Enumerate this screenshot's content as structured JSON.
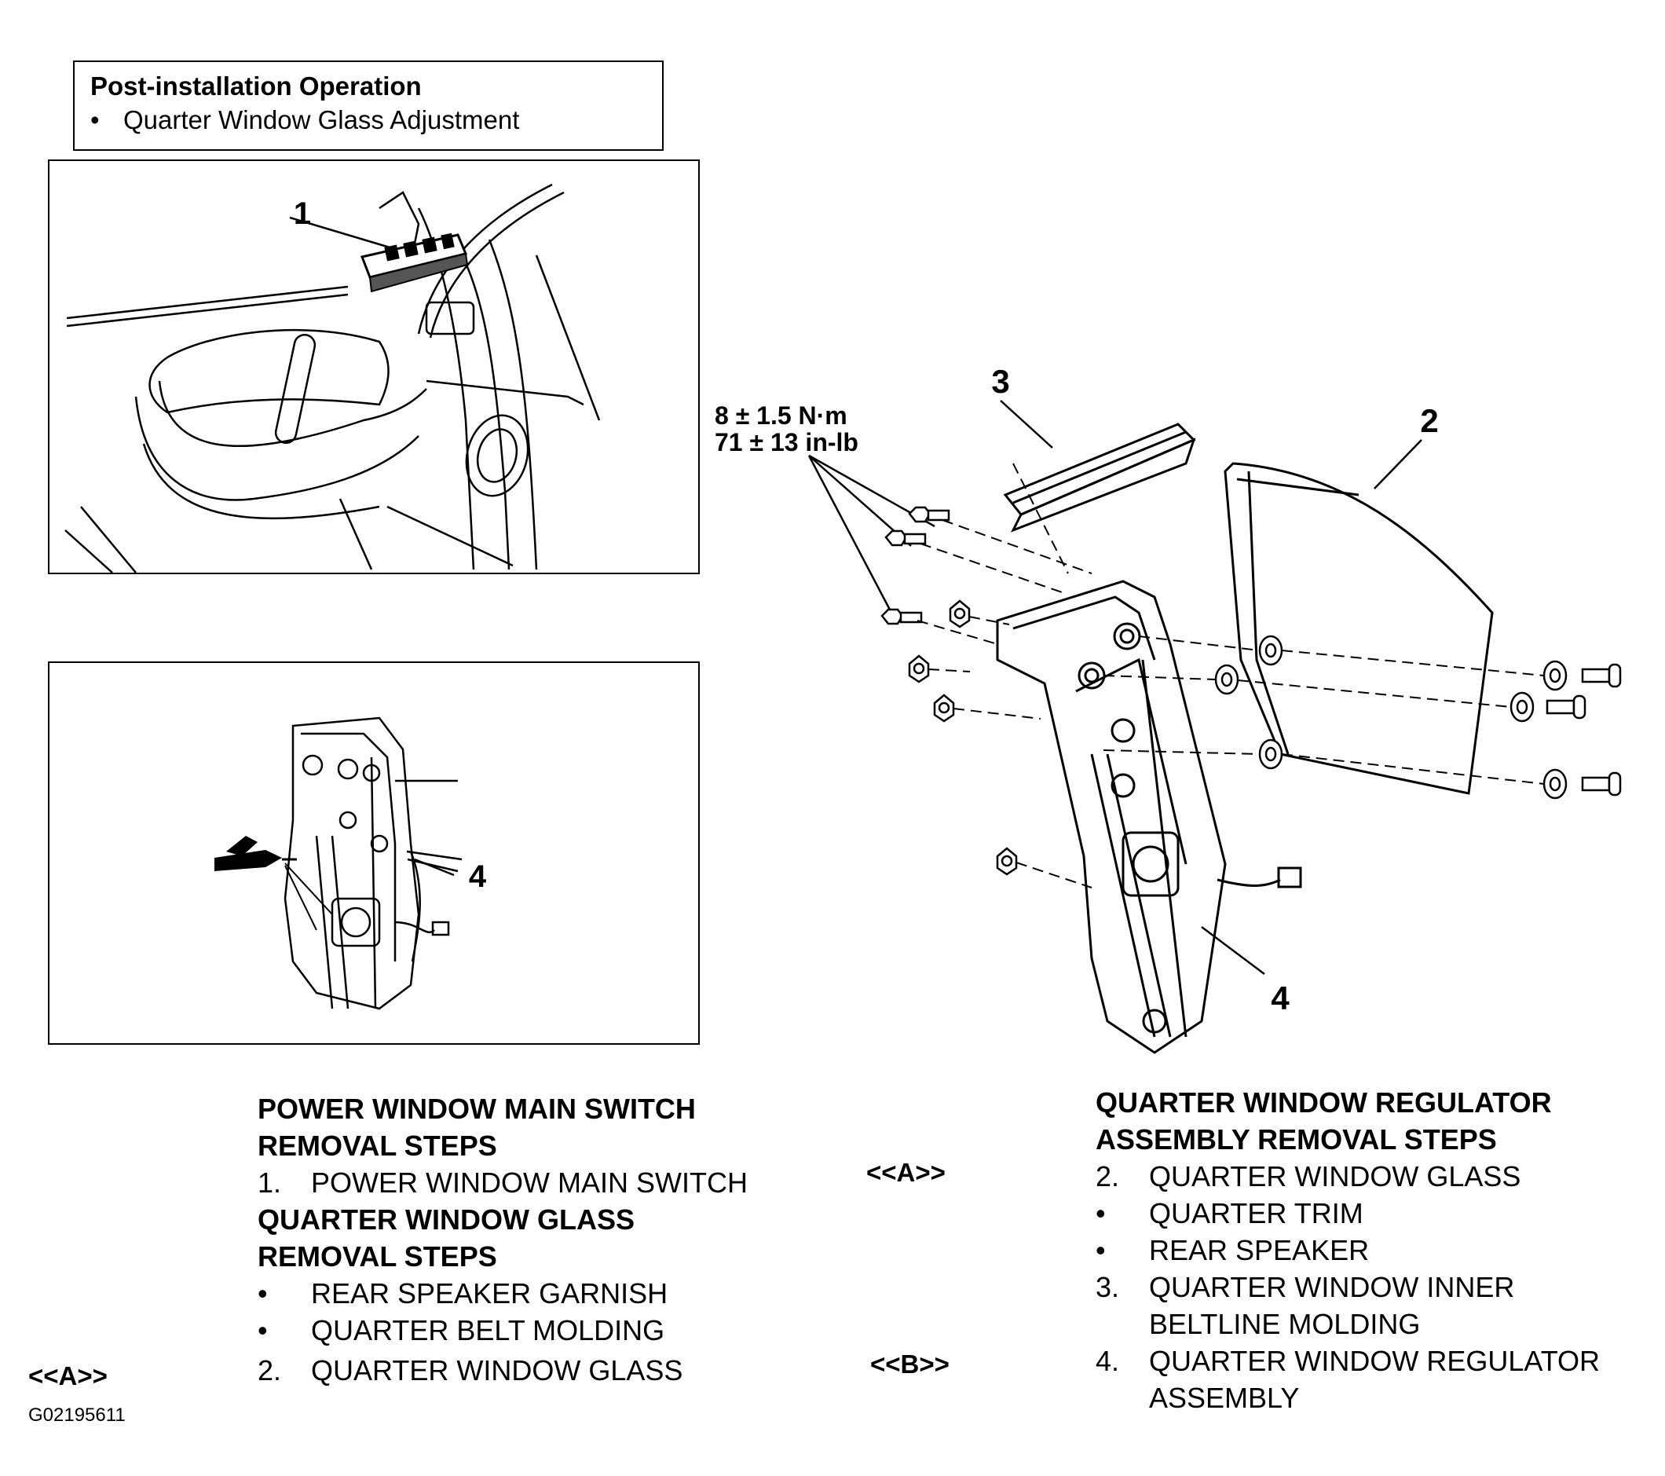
{
  "post_installation": {
    "title": "Post-installation Operation",
    "bullet": "•",
    "item": "Quarter Window Glass Adjustment"
  },
  "callouts": {
    "c1": "1",
    "c2": "2",
    "c3": "3",
    "c4_left": "4",
    "c4_right": "4"
  },
  "torque": {
    "metric": "8 ± 1.5 N·m",
    "imperial": "71 ± 13 in-lb"
  },
  "left_steps": {
    "section1_title_1": "POWER WINDOW MAIN SWITCH",
    "section1_title_2": "REMOVAL STEPS",
    "s1_item1_num": "1.",
    "s1_item1": "POWER WINDOW MAIN SWITCH",
    "section2_title_1": "QUARTER WINDOW GLASS",
    "section2_title_2": "REMOVAL STEPS",
    "s2_bullet": "•",
    "s2_item1": "REAR SPEAKER GARNISH",
    "s2_item2": "QUARTER BELT MOLDING",
    "s2_item3_num": "2.",
    "s2_item3": "QUARTER WINDOW GLASS",
    "s2_item3_ref": "<<A>>"
  },
  "right_steps": {
    "title_1": "QUARTER WINDOW REGULATOR",
    "title_2": "ASSEMBLY REMOVAL STEPS",
    "bullet": "•",
    "item1_ref": "<<A>>",
    "item1_num": "2.",
    "item1": "QUARTER WINDOW GLASS",
    "item2": "QUARTER TRIM",
    "item3": "REAR SPEAKER",
    "item4_num": "3.",
    "item4_line1": "QUARTER WINDOW INNER",
    "item4_line2": "BELTLINE MOLDING",
    "item5_ref": "<<B>>",
    "item5_num": "4.",
    "item5_line1": "QUARTER WINDOW REGULATOR",
    "item5_line2": "ASSEMBLY"
  },
  "figure_code": "G02195611"
}
